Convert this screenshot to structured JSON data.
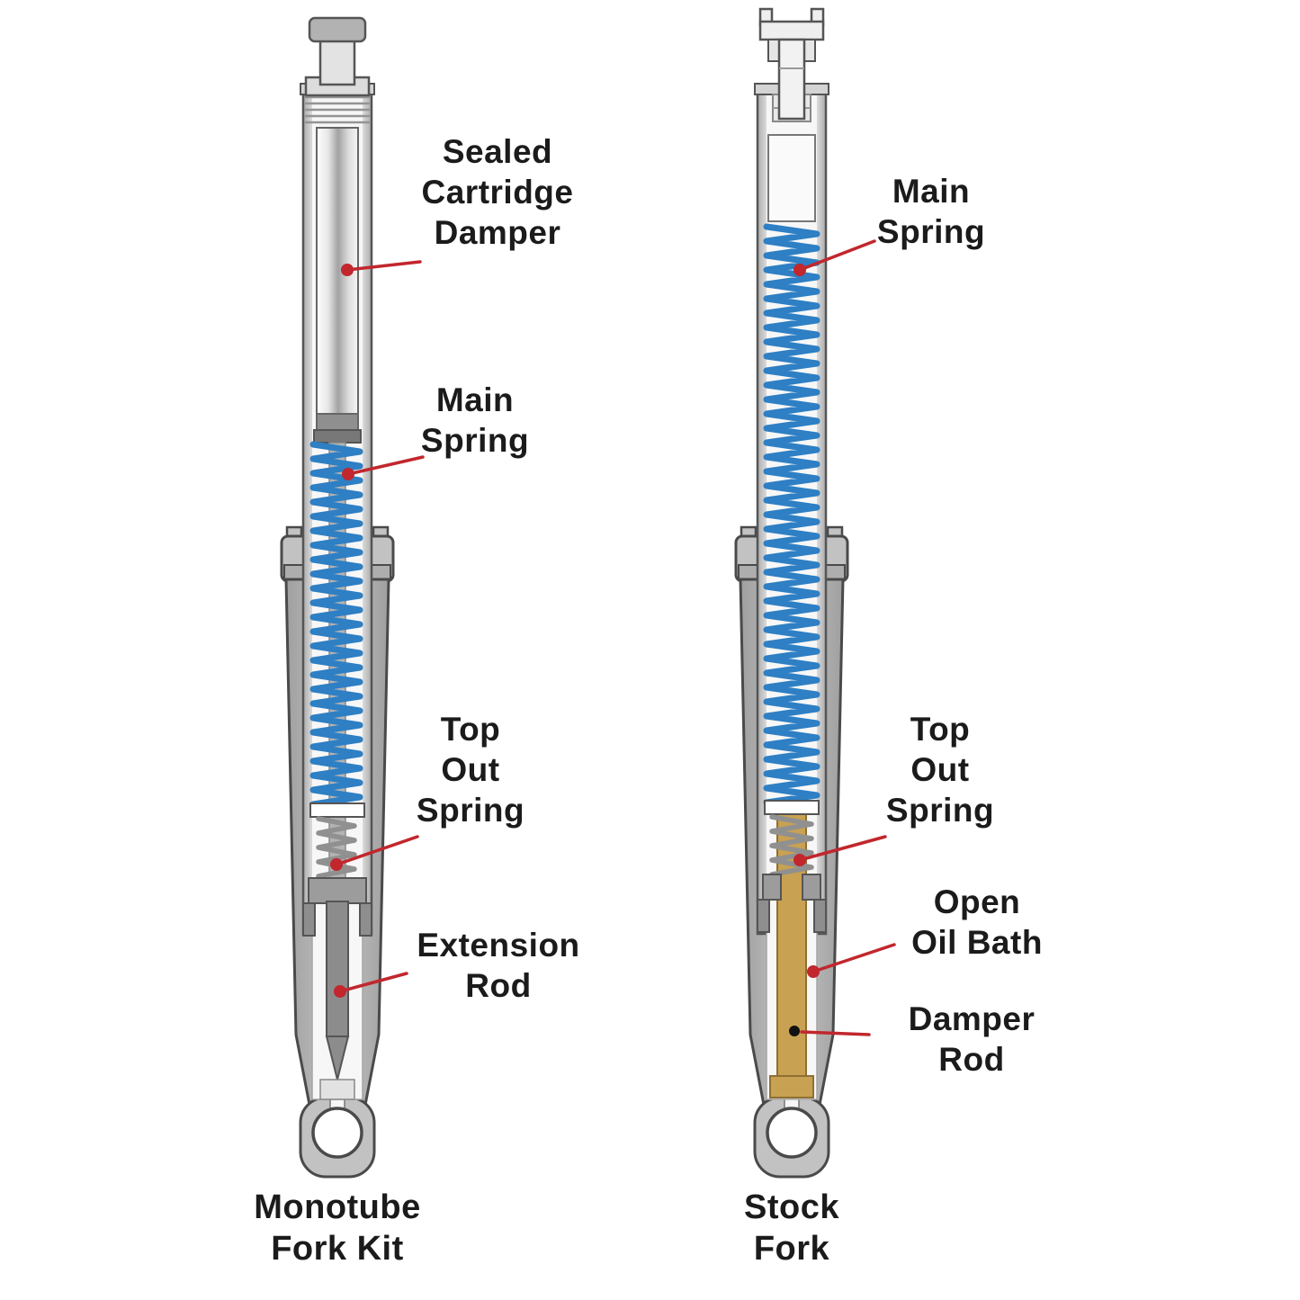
{
  "colors": {
    "background": "#ffffff",
    "spring_blue": "#2e7fc4",
    "leader_red": "#c1272d",
    "slider_gray": "#b6b6b6",
    "chrome_light": "#f2f2f2",
    "oil_rod_tan": "#c8a152",
    "text": "#1b1b1b"
  },
  "monotube_fork": {
    "caption": "Monotube\nFork Kit",
    "labels": {
      "sealed_cartridge_damper": "Sealed\nCartridge\nDamper",
      "main_spring": "Main\nSpring",
      "top_out_spring": "Top\nOut\nSpring",
      "extension_rod": "Extension\nRod"
    }
  },
  "stock_fork": {
    "caption": "Stock\nFork",
    "labels": {
      "main_spring": "Main\nSpring",
      "top_out_spring": "Top\nOut\nSpring",
      "open_oil_bath": "Open\nOil Bath",
      "damper_rod": "Damper\nRod"
    }
  }
}
